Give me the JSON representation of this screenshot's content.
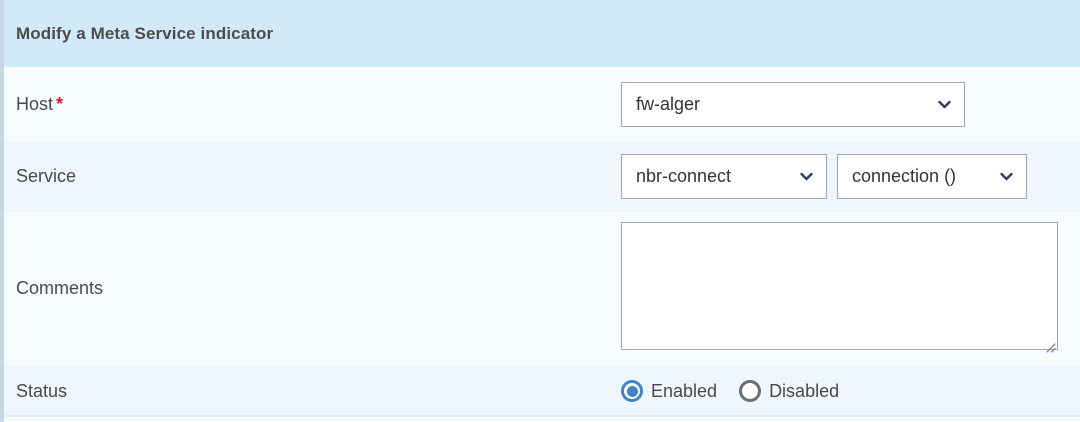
{
  "panel": {
    "title": "Modify a Meta Service indicator",
    "header_bg": "#d2eaf7",
    "row_bg_odd": "#f7fcfe",
    "row_bg_even": "#eff6fd",
    "accent_blue": "#3a86c8",
    "required_red": "#e8112d",
    "chevron_color": "#2c3e63",
    "field_border": "#a5a5a5"
  },
  "rows": {
    "host": {
      "label": "Host",
      "required_marker": "*",
      "select_value": "fw-alger",
      "chevron_icon": "chevron-down-icon"
    },
    "service": {
      "label": "Service",
      "service_value": "nbr-connect",
      "metric_value": "connection ()",
      "chevron_icon": "chevron-down-icon"
    },
    "comments": {
      "label": "Comments",
      "value": "",
      "placeholder": "",
      "resize_grip_icon": "resize-handle-icon"
    },
    "status": {
      "label": "Status",
      "options": [
        {
          "label": "Enabled",
          "selected": true
        },
        {
          "label": "Disabled",
          "selected": false
        }
      ]
    }
  }
}
